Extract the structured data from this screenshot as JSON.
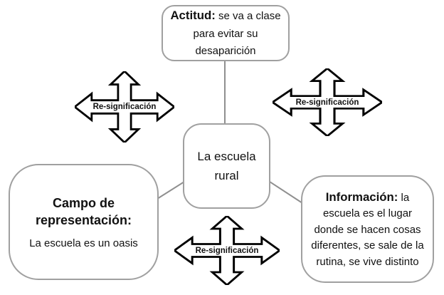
{
  "diagram": {
    "center_node": {
      "text": "La escuela rural"
    },
    "top_node": {
      "bold": "Actitud:",
      "text": " se va a clase para evitar su desaparición"
    },
    "left_node": {
      "bold": "Campo de representación:",
      "text": "La escuela es un oasis"
    },
    "right_node": {
      "bold": "Información:",
      "text": " la escuela es el lugar donde se hacen cosas diferentes, se sale de la rutina, se vive distinto"
    },
    "arrows": [
      {
        "position": "upper-left",
        "label": "Re-significación"
      },
      {
        "position": "upper-right",
        "label": "Re-significación"
      },
      {
        "position": "bottom-center",
        "label": "Re-significación"
      }
    ],
    "colors": {
      "box_border": "#a0a0a0",
      "connector_line": "#8f8f8f",
      "arrow_outline": "#000000",
      "arrow_fill": "#ffffff",
      "text": "#111111",
      "background": "#ffffff"
    }
  }
}
